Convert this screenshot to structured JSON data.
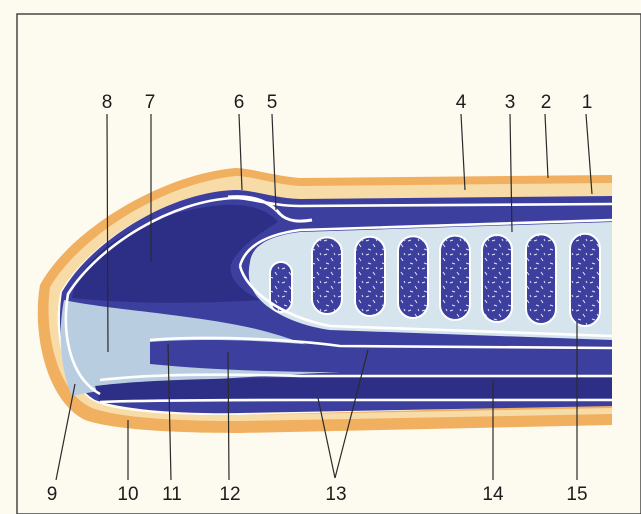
{
  "figure": {
    "labels": [
      "1",
      "2",
      "3",
      "4",
      "5",
      "6",
      "7",
      "8",
      "9",
      "10",
      "11",
      "12",
      "13",
      "14",
      "15"
    ],
    "colors": {
      "background": "#fdfaf0",
      "border": "#3a3a3a",
      "epidermis_orange": "#f0b060",
      "epidermis_light": "#f7dca8",
      "dermis_blue": "#3c3f9e",
      "dermis_dark": "#2d2f86",
      "matrix_pale": "#b9cde0",
      "nail_light": "#d6e4ee",
      "outline_white": "#ffffff"
    }
  }
}
